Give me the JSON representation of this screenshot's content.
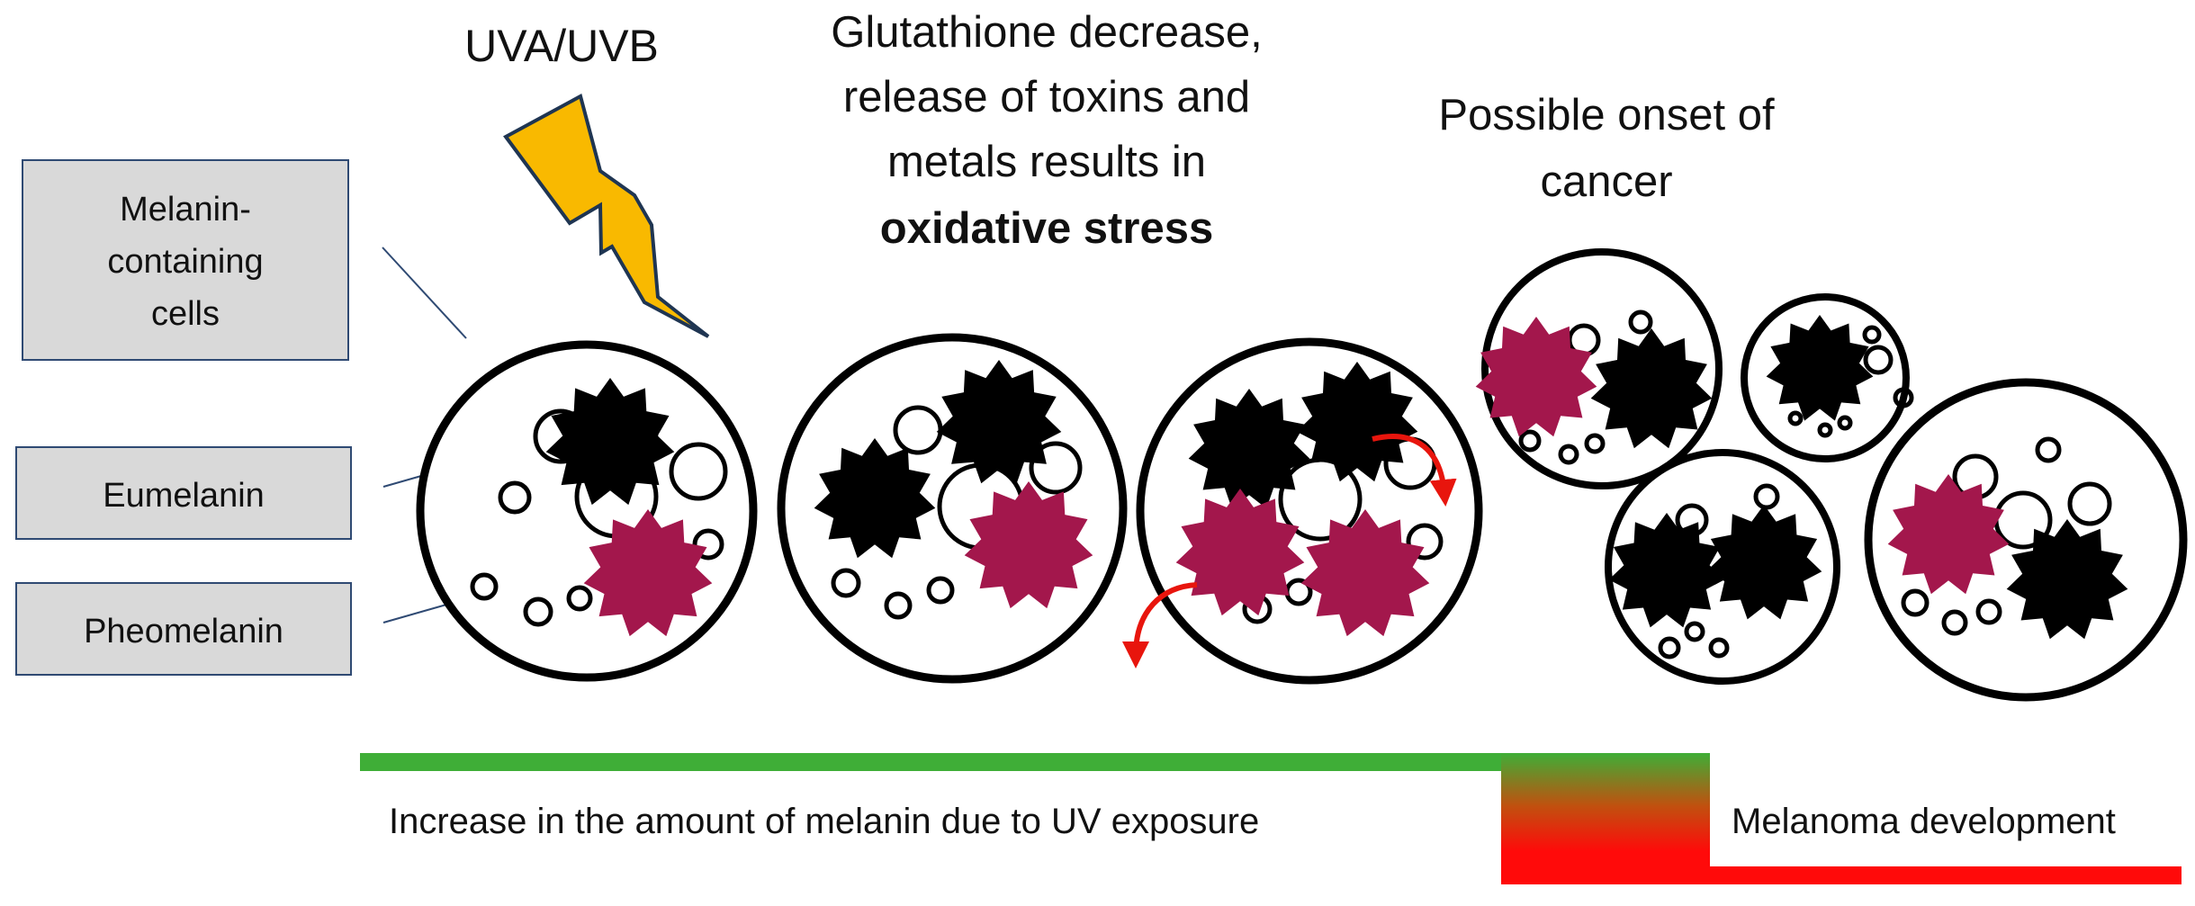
{
  "legend": {
    "items": [
      {
        "line1": "Melanin-",
        "line2": "containing",
        "line3": "cells"
      },
      {
        "label": "Eumelanin"
      },
      {
        "label": "Pheomelanin"
      }
    ]
  },
  "annotations": {
    "uv": "UVA/UVB",
    "stress_line1": "Glutathione decrease,",
    "stress_line2": "release of toxins and",
    "stress_line3": "metals results in",
    "stress_bold": "oxidative stress",
    "cancer_line1": "Possible onset of",
    "cancer_line2": "cancer"
  },
  "timeline": {
    "left_label": "Increase in the amount of melanin due to UV exposure",
    "right_label": "Melanoma development"
  },
  "colors": {
    "eumelanin": "#000000",
    "pheomelanin": "#a3174c",
    "lightning": "#f9b900",
    "arrow": "#e8150d",
    "box_fill": "#d9d9d9",
    "box_border": "#2f4a73",
    "green": "#3fae37",
    "red": "#ff0a0a"
  },
  "icons": [
    "lightning-bolt-icon",
    "curved-arrow-icon"
  ]
}
